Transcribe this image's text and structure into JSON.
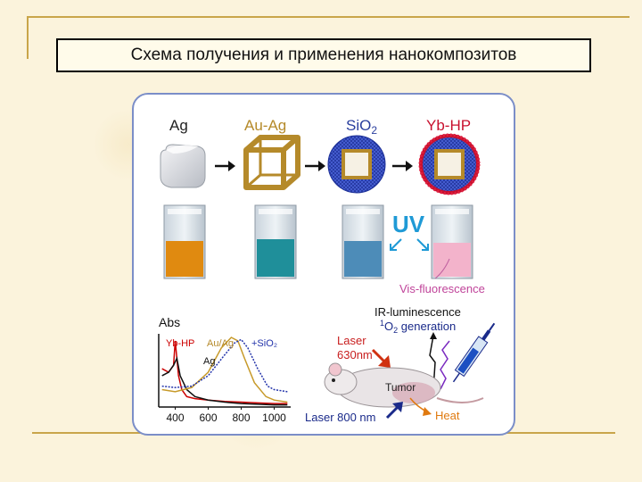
{
  "slide": {
    "title": "Схема получения и применения нанокомпозитов"
  },
  "diagram": {
    "stages": [
      {
        "name": "Ag"
      },
      {
        "name": "Au-Ag"
      },
      {
        "name": "SiO",
        "sub": "2"
      },
      {
        "name": "Yb-HP"
      }
    ],
    "uv_label": "UV",
    "vis_label": "Vis-fluorescence",
    "ir_label": "IR-luminescence",
    "o2_label": "O",
    "o2_prefix": "1",
    "o2_sub": "2",
    "o2_suffix": " generation",
    "laser630_line1": "Laser",
    "laser630_line2": "630nm",
    "laser800": "Laser 800 nm",
    "tumor": "Tumor",
    "heat": "Heat"
  },
  "chart_data": {
    "type": "line",
    "ylabel": "Abs",
    "x_ticks": [
      "400",
      "600",
      "800",
      "1000"
    ],
    "xlim": [
      300,
      1100
    ],
    "series": [
      {
        "name": "Yb-HP",
        "color": "#cc0000",
        "x": [
          320,
          360,
          390,
          400,
          420,
          440,
          470,
          520,
          600,
          700,
          800,
          900,
          1000,
          1080
        ],
        "y": [
          0.55,
          0.5,
          0.6,
          0.95,
          0.45,
          0.25,
          0.15,
          0.12,
          0.1,
          0.08,
          0.07,
          0.06,
          0.05,
          0.05
        ]
      },
      {
        "name": "Ag",
        "color": "#111111",
        "x": [
          320,
          360,
          390,
          410,
          430,
          470,
          520,
          600,
          700,
          800,
          900,
          1000,
          1080
        ],
        "y": [
          0.45,
          0.5,
          0.6,
          0.7,
          0.45,
          0.25,
          0.15,
          0.1,
          0.07,
          0.05,
          0.04,
          0.03,
          0.03
        ]
      },
      {
        "name": "Au/Ag",
        "color": "#c79a2a",
        "x": [
          320,
          400,
          500,
          600,
          680,
          740,
          780,
          820,
          880,
          950,
          1000,
          1080
        ],
        "y": [
          0.25,
          0.22,
          0.28,
          0.5,
          0.85,
          1.0,
          0.95,
          0.7,
          0.35,
          0.15,
          0.1,
          0.07
        ]
      },
      {
        "name": "+SiO₂",
        "color": "#2233aa",
        "x": [
          320,
          400,
          500,
          600,
          700,
          760,
          800,
          840,
          900,
          960,
          1000,
          1080
        ],
        "y": [
          0.3,
          0.28,
          0.3,
          0.45,
          0.75,
          0.92,
          0.97,
          0.85,
          0.55,
          0.3,
          0.25,
          0.22
        ]
      }
    ]
  },
  "colors": {
    "panel_border": "#7b8ec8",
    "gold": "#b58a2a",
    "silica": "#3a56c7",
    "ybhp": "#c8102e",
    "laser630_arrow": "#d03010",
    "laser800_arrow": "#1a2a8a"
  }
}
